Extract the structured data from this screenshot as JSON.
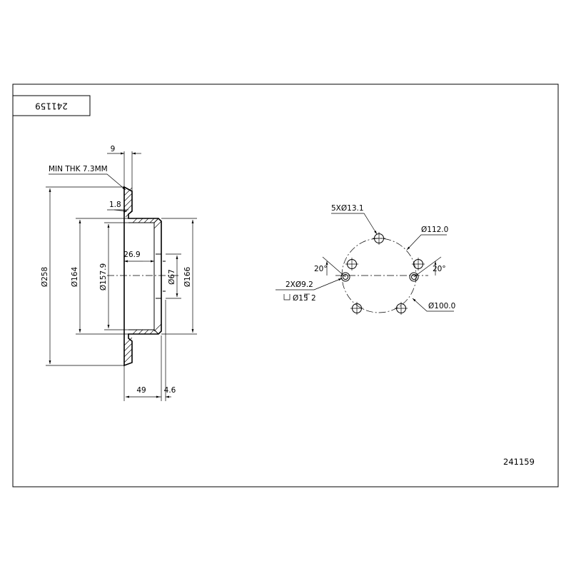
{
  "drawing": {
    "title_block_number": "241159",
    "part_number": "241159"
  },
  "side_view": {
    "thickness": "9",
    "min_thickness_note": "MIN THK 7.3MM",
    "flange": "1.8",
    "hub_depth": "26.9",
    "outer_diameter": "Ø258",
    "drum_outer_diameter": "Ø164",
    "drum_inner_diameter": "Ø157.9",
    "center_bore": "Ø67",
    "hat_diameter": "Ø166",
    "total_height": "49",
    "hub_thickness": "4.6"
  },
  "front_view": {
    "bolt_holes": "5XØ13.1",
    "bolt_circle_outer": "Ø112.0",
    "bolt_circle": "Ø100.0",
    "angle_left": "20°",
    "angle_right": "20°",
    "small_holes": "2XØ9.2",
    "counterbore": "Ø15",
    "counterbore_depth": "2"
  }
}
